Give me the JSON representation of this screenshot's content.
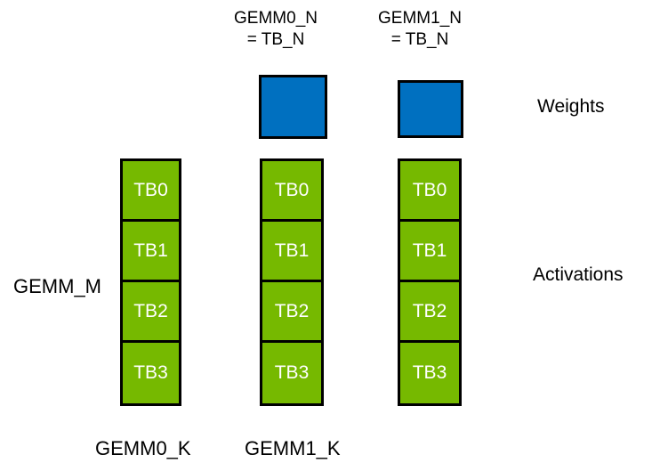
{
  "diagram": {
    "description": "GEMM thread-block tiling diagram",
    "colors": {
      "weights_blue": "#0070C0",
      "activations_green": "#76B900",
      "shape_border": "#000000",
      "cell_text": "#FFFFFF",
      "label_text": "#000000",
      "background": "#FFFFFF"
    },
    "top_labels": [
      {
        "line1": "GEMM0_N",
        "line2": "= TB_N"
      },
      {
        "line1": "GEMM1_N",
        "line2": "= TB_N"
      }
    ],
    "left_label": "GEMM_M",
    "right_labels": {
      "weights": "Weights",
      "activations": "Activations"
    },
    "bottom_labels": [
      {
        "text": "GEMM0_K"
      },
      {
        "text": "GEMM1_K"
      }
    ],
    "columns": [
      {
        "cells": [
          "TB0",
          "TB1",
          "TB2",
          "TB3"
        ]
      },
      {
        "cells": [
          "TB0",
          "TB1",
          "TB2",
          "TB3"
        ]
      },
      {
        "cells": [
          "TB0",
          "TB1",
          "TB2",
          "TB3"
        ]
      }
    ]
  }
}
